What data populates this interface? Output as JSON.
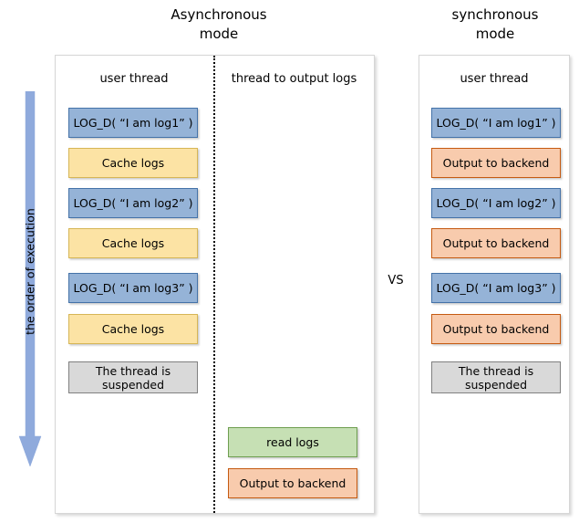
{
  "titles": {
    "async": "Asynchronous\nmode",
    "sync": "synchronous\nmode"
  },
  "vs_label": "VS",
  "execution_arrow": {
    "label": "the order of execution",
    "direction": "down",
    "color": "#8FAADC"
  },
  "legend_colors": {
    "log_call": "#95B3D7",
    "cache": "#FCE3A4",
    "output": "#F8CBAD",
    "read": "#C6E0B4",
    "suspended": "#D9D9D9"
  },
  "async_panel": {
    "columns": [
      {
        "header": "user thread",
        "steps": [
          {
            "label": "LOG_D( “I am log1” )",
            "kind": "blue"
          },
          {
            "label": "Cache logs",
            "kind": "yellow"
          },
          {
            "label": "LOG_D( “I am log2” )",
            "kind": "blue"
          },
          {
            "label": "Cache logs",
            "kind": "yellow"
          },
          {
            "label": "LOG_D( “I am log3” )",
            "kind": "blue"
          },
          {
            "label": "Cache logs",
            "kind": "yellow"
          },
          {
            "label": "The thread is\nsuspended",
            "kind": "gray"
          }
        ]
      },
      {
        "header": "thread to output logs",
        "steps": [
          {
            "label": "read logs",
            "kind": "green"
          },
          {
            "label": "Output to backend",
            "kind": "orange"
          }
        ]
      }
    ]
  },
  "sync_panel": {
    "columns": [
      {
        "header": "user thread",
        "steps": [
          {
            "label": "LOG_D( “I am log1” )",
            "kind": "blue"
          },
          {
            "label": "Output to backend",
            "kind": "orange"
          },
          {
            "label": "LOG_D( “I am log2” )",
            "kind": "blue"
          },
          {
            "label": "Output to backend",
            "kind": "orange"
          },
          {
            "label": "LOG_D( “I am log3” )",
            "kind": "blue"
          },
          {
            "label": "Output to backend",
            "kind": "orange"
          },
          {
            "label": "The thread is\nsuspended",
            "kind": "gray"
          }
        ]
      }
    ]
  }
}
